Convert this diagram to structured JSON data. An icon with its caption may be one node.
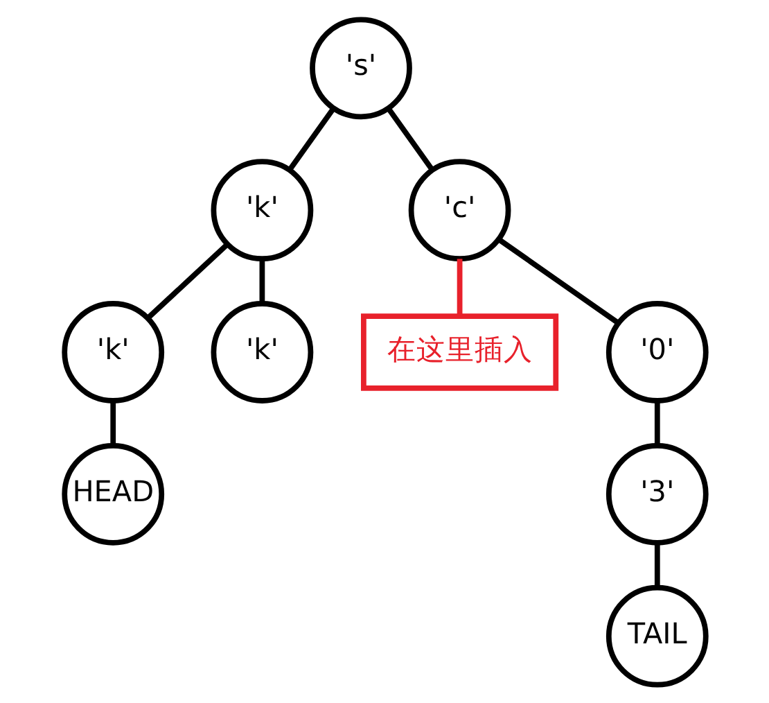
{
  "diagram": {
    "nodes": [
      {
        "text": [
          "'s'"
        ]
      },
      {
        "text": [
          "'k'"
        ]
      },
      {
        "text": [
          "'c'"
        ]
      },
      {
        "text": [
          "'k'"
        ]
      },
      {
        "text": [
          "'k'"
        ]
      },
      {
        "text": [
          "在这里插入"
        ]
      },
      {
        "text": [
          "'0'"
        ]
      },
      {
        "text": [
          "HEAD"
        ]
      },
      {
        "text": [
          "'3'"
        ]
      },
      {
        "text": [
          "TAIL"
        ]
      }
    ],
    "edges": [
      {
        "from": 0,
        "to": 1,
        "arrow": "none"
      },
      {
        "from": 0,
        "to": 2,
        "arrow": "none"
      },
      {
        "from": 1,
        "to": 3,
        "arrow": "none"
      },
      {
        "from": 1,
        "to": 4,
        "arrow": "none"
      },
      {
        "from": 2,
        "to": 5,
        "arrow": "none",
        "color": "#e8212b"
      },
      {
        "from": 2,
        "to": 6,
        "arrow": "none"
      },
      {
        "from": 3,
        "to": 7,
        "arrow": "none"
      },
      {
        "from": 6,
        "to": 8,
        "arrow": "none"
      },
      {
        "from": 8,
        "to": 9,
        "arrow": "none"
      }
    ]
  }
}
